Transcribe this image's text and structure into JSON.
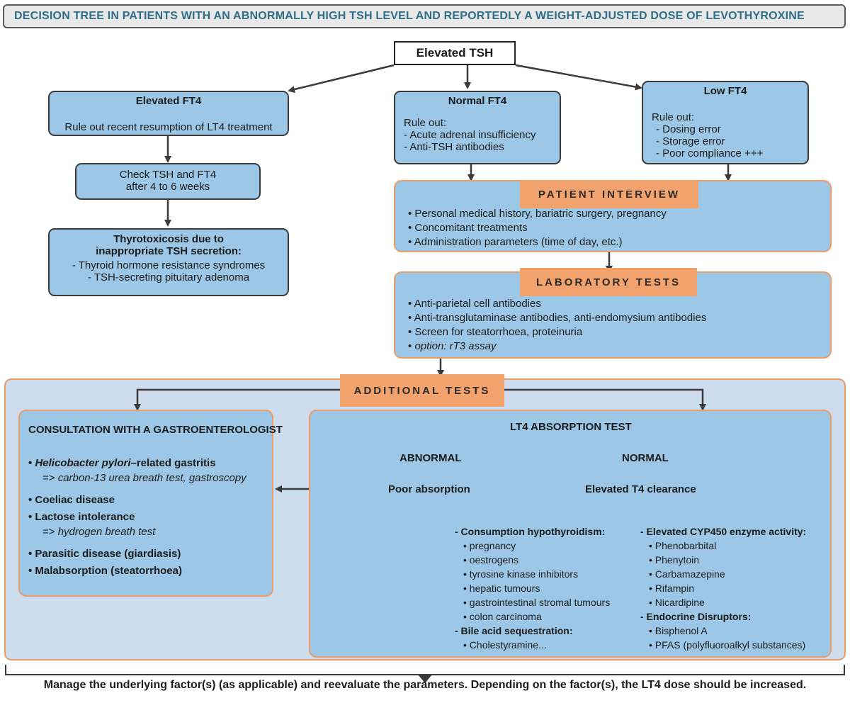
{
  "title": "DECISION TREE IN PATIENTS WITH AN ABNORMALLY HIGH TSH LEVEL AND REPORTEDLY A WEIGHT-ADJUSTED DOSE OF LEVOTHYROXINE",
  "start": "Elevated TSH",
  "elevated_ft4": {
    "title": "Elevated FT4",
    "text": "Rule out recent resumption of LT4 treatment"
  },
  "check": {
    "line1": "Check TSH and FT4",
    "line2": "after 4 to 6 weeks"
  },
  "thyrotoxicosis": {
    "title1": "Thyrotoxicosis due to",
    "title2": "inappropriate TSH secretion:",
    "items": [
      "- Thyroid hormone resistance syndromes",
      "- TSH-secreting pituitary adenoma"
    ]
  },
  "normal_ft4": {
    "title": "Normal FT4",
    "rule": "Rule out:",
    "items": [
      "- Acute adrenal insufficiency",
      "- Anti-TSH antibodies"
    ]
  },
  "low_ft4": {
    "title": "Low FT4",
    "rule": "Rule out:",
    "items": [
      "- Dosing error",
      "- Storage error",
      "- Poor compliance +++"
    ]
  },
  "interview": {
    "tag": "PATIENT INTERVIEW",
    "items": [
      "• Personal medical history, bariatric surgery, pregnancy",
      "• Concomitant treatments",
      "• Administration parameters (time of day, etc.)"
    ]
  },
  "lab": {
    "tag": "LABORATORY TESTS",
    "items": [
      "• Anti-parietal cell antibodies",
      "• Anti-transglutaminase antibodies, anti-endomysium antibodies",
      "• Screen for steatorrhoea, proteinuria"
    ],
    "bullet": "•",
    "option": "option: rT3 assay"
  },
  "additional": {
    "tag": "ADDITIONAL TESTS"
  },
  "gastro": {
    "title": "CONSULTATION WITH A GASTROENTEROLOGIST",
    "bullet": "•",
    "hp_italic": "Helicobacter pylori",
    "hp_rest": "–related gastritis",
    "hp_test_prefix": "=>",
    "hp_test": "carbon-13 urea breath test, gastroscopy",
    "coeliac": "• Coeliac disease",
    "lactose": "• Lactose intolerance",
    "lactose_test_prefix": "=>",
    "lactose_test": "hydrogen breath test",
    "parasitic": "• Parasitic disease (giardiasis)",
    "malabsorption": "• Malabsorption (steatorrhoea)"
  },
  "absorption": {
    "title": "LT4 ABSORPTION TEST",
    "abnormal": "ABNORMAL",
    "normal": "NORMAL",
    "poor": "Poor absorption",
    "clearance": "Elevated T4 clearance",
    "consumption": {
      "title": "- Consumption hypothyroidism:",
      "items": [
        "• pregnancy",
        "• oestrogens",
        "• tyrosine kinase inhibitors",
        "• hepatic tumours",
        "• gastrointestinal stromal tumours",
        "• colon carcinoma"
      ]
    },
    "bile": {
      "title": "- Bile acid sequestration:",
      "items": [
        "• Cholestyramine..."
      ]
    },
    "cyp": {
      "title": "- Elevated CYP450 enzyme activity:",
      "items": [
        "• Phenobarbital",
        "• Phenytoin",
        "• Carbamazepine",
        "• Rifampin",
        "• Nicardipine"
      ]
    },
    "endocrine": {
      "title": "- Endocrine Disruptors:",
      "items": [
        "• Bisphenol A",
        "• PFAS (polyfluoroalkyl substances)"
      ]
    }
  },
  "footer": "Manage the underlying factor(s) (as applicable) and reevaluate the parameters. Depending on the factor(s), the LT4 dose should be increased.",
  "colors": {
    "box_fill": "#9cc7e6",
    "accent_orange": "#f2a26c",
    "border_dark": "#3b3b3b",
    "title_text": "#2e6e86",
    "panel_fill": "#cdddee"
  }
}
